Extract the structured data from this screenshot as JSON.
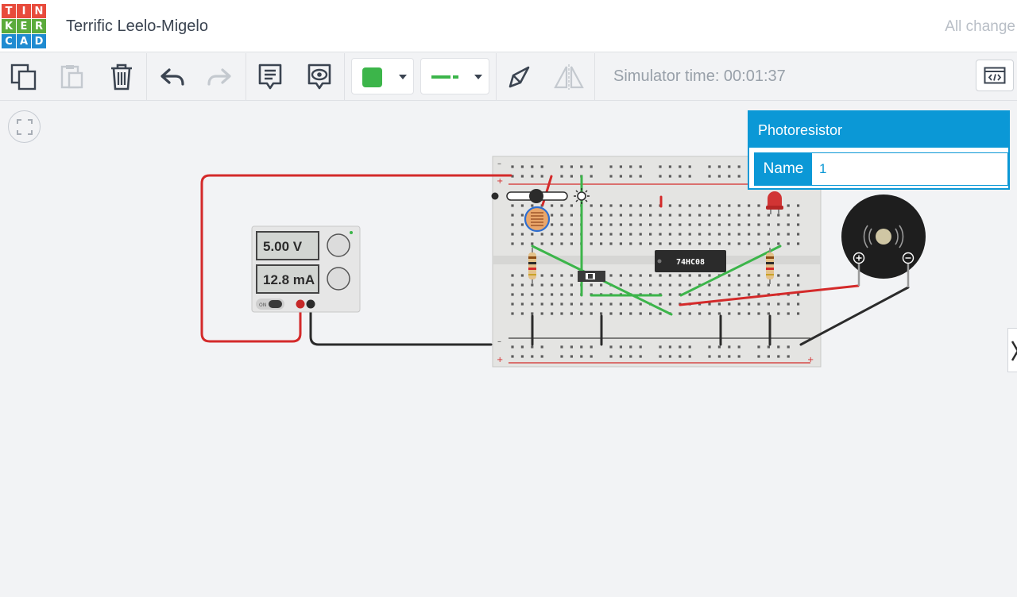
{
  "app": {
    "logo_letters": [
      "T",
      "I",
      "N",
      "K",
      "E",
      "R",
      "C",
      "A",
      "D"
    ],
    "logo_colors": [
      "#e84b3c",
      "#e84b3c",
      "#e84b3c",
      "#5bab3b",
      "#5bab3b",
      "#5bab3b",
      "#1f8bd1",
      "#1f8bd1",
      "#1f8bd1"
    ],
    "design_title": "Terrific Leelo-Migelo",
    "save_status": "All change"
  },
  "toolbar": {
    "tools": [
      {
        "name": "copy-icon",
        "enabled": true
      },
      {
        "name": "paste-icon",
        "enabled": false
      },
      {
        "name": "delete-icon",
        "enabled": true
      },
      {
        "name": "undo-icon",
        "enabled": true
      },
      {
        "name": "redo-icon",
        "enabled": false
      },
      {
        "name": "notes-icon",
        "enabled": true
      },
      {
        "name": "notes-visibility-icon",
        "enabled": true
      },
      {
        "name": "rotate-icon",
        "enabled": true
      },
      {
        "name": "flip-icon",
        "enabled": false
      }
    ],
    "wire_color": "#3cb54a",
    "simulator_time": "Simulator time: 00:01:37",
    "code_icon": "code-icon"
  },
  "power_supply": {
    "voltage": "5.00 V",
    "current": "12.8 mA",
    "on_label": "ON"
  },
  "ic_label": "74HC08",
  "inspector": {
    "title": "Photoresistor",
    "name_label": "Name",
    "name_value": "1"
  },
  "colors": {
    "accent": "#0b98d6",
    "wire_red": "#d42a2a",
    "wire_black": "#2b2b2b",
    "wire_green": "#3cb54a"
  }
}
